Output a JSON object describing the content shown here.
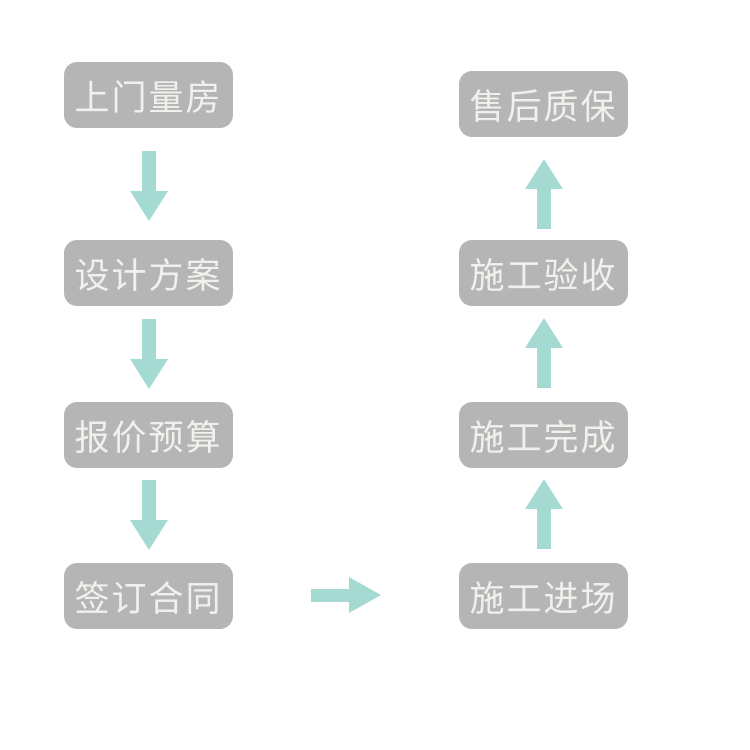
{
  "flow": {
    "colors": {
      "background": "#ffffff",
      "box_color": "#b5b5b5",
      "text_color": "#f2f0ed",
      "arrow_color": "#a4dad1"
    },
    "left_steps": [
      {
        "label": "上门量房"
      },
      {
        "label": "设计方案"
      },
      {
        "label": "报价预算"
      },
      {
        "label": "签订合同"
      }
    ],
    "right_steps": [
      {
        "label": "售后质保"
      },
      {
        "label": "施工验收"
      },
      {
        "label": "施工完成"
      },
      {
        "label": "施工进场"
      }
    ]
  }
}
